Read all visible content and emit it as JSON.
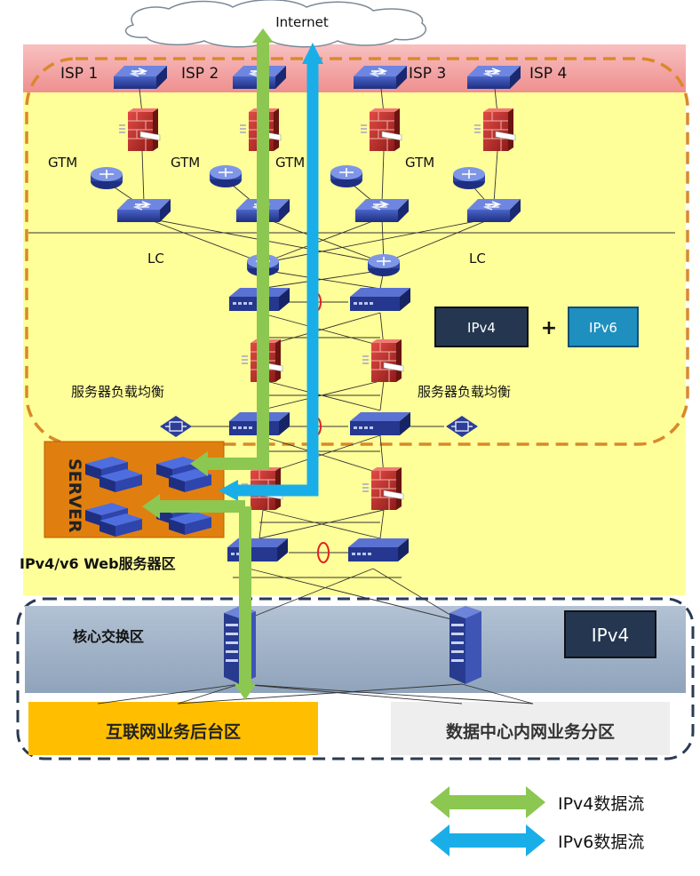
{
  "internet": {
    "label": "Internet"
  },
  "isps": [
    "ISP 1",
    "ISP 2",
    "ISP 3",
    "ISP 4"
  ],
  "gtm_label": "GTM",
  "lc_label": "LC",
  "slb_label": "服务器负载均衡",
  "protocol_badges": {
    "ipv4": "IPv4",
    "ipv6": "IPv6",
    "plus": "+"
  },
  "server": {
    "label": "SERVER",
    "zone_label": "IPv4/v6 Web服务器区"
  },
  "core": {
    "label": "核心交换区",
    "badge": "IPv4"
  },
  "bottom_zones": {
    "internet_backend": "互联网业务后台区",
    "intranet": "数据中心内网业务分区"
  },
  "legend": {
    "ipv4_flow": "IPv4数据流",
    "ipv6_flow": "IPv6数据流"
  },
  "colors": {
    "ipv4_flow": "#8cc751",
    "ipv6_flow": "#1aaee9",
    "yellow_zone": "#ffff99",
    "isp_band": "#f4a6a6",
    "dashed_orange": "#d9892a",
    "core_band": "#99abc2",
    "server_box": "#e07f0f",
    "backend_box": "#ffbf00",
    "device_blue": "#2c3e9a",
    "firewall_red": "#c9302c"
  }
}
